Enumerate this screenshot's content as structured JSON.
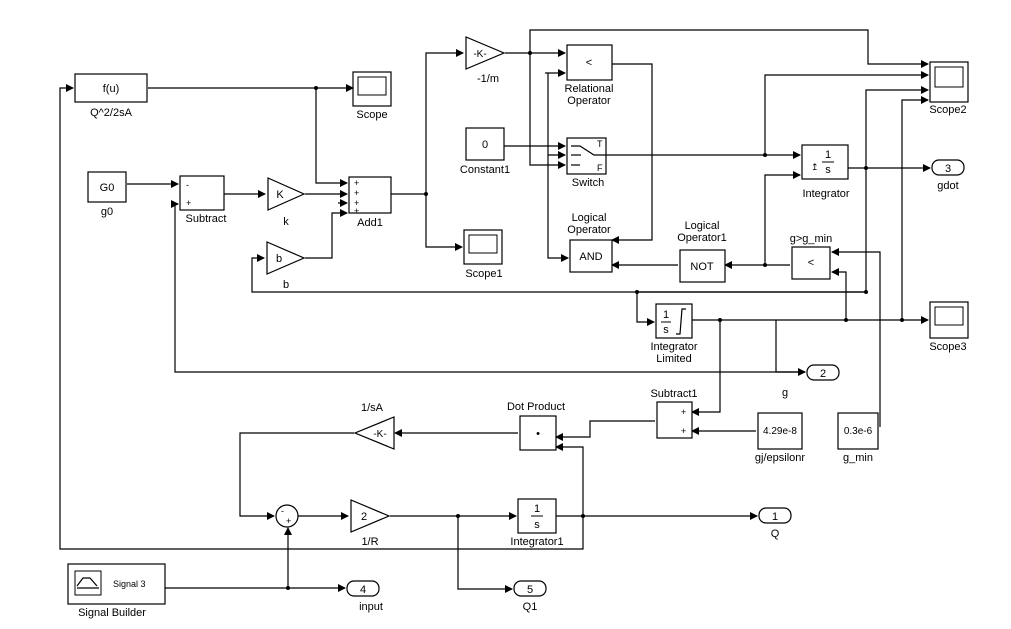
{
  "blocks": {
    "fcn": {
      "inner": "f(u)",
      "label": "Q^2/2sA"
    },
    "scope": {
      "label": "Scope"
    },
    "g0_const": {
      "inner": "G0",
      "label": "g0"
    },
    "subtract": {
      "label": "Subtract",
      "signs": [
        "-",
        "+"
      ]
    },
    "gain_k": {
      "inner": "K",
      "label": "k"
    },
    "gain_b": {
      "inner": "b",
      "label": "b"
    },
    "add1": {
      "label": "Add1",
      "signs": [
        "+",
        "+",
        "+",
        "+"
      ]
    },
    "gain_m": {
      "inner": "-K-",
      "label": "-1/m"
    },
    "scope1": {
      "label": "Scope1"
    },
    "relop": {
      "inner": "<",
      "label_line1": "Relational",
      "label_line2": "Operator"
    },
    "constant1": {
      "inner": "0",
      "label": "Constant1"
    },
    "switch": {
      "label": "Switch",
      "port_t": "T",
      "port_f": "F"
    },
    "logical": {
      "inner": "AND",
      "label_line1": "Logical",
      "label_line2": "Operator"
    },
    "not": {
      "inner": "NOT",
      "label_line1": "Logical",
      "label_line2": "Operator1"
    },
    "relop2": {
      "inner": "<",
      "label": "g>g_min"
    },
    "integrator": {
      "num": "1",
      "den": "s",
      "label": "Integrator"
    },
    "scope2": {
      "label": "Scope2"
    },
    "out_gdot": {
      "port": "3",
      "label": "gdot"
    },
    "int_limited": {
      "num": "1",
      "den": "s",
      "label_line1": "Integrator",
      "label_line2": "Limited"
    },
    "scope3": {
      "label": "Scope3"
    },
    "out_g": {
      "port": "2",
      "label": "g"
    },
    "dot_product": {
      "inner": "•",
      "label": "Dot Product"
    },
    "subtract1": {
      "label": "Subtract1",
      "signs": [
        "+",
        "+"
      ]
    },
    "const_eps": {
      "inner": "4.29e-8",
      "label": "gj/epsilonr"
    },
    "const_gmin": {
      "inner": "0.3e-6",
      "label": "g_min"
    },
    "gain_sa": {
      "inner": "-K-",
      "label": "1/sA"
    },
    "sum_q": {
      "signs": [
        "-",
        "+"
      ]
    },
    "gain_r": {
      "inner": "2",
      "label": "1/R"
    },
    "integrator1": {
      "num": "1",
      "den": "s",
      "label": "Integrator1"
    },
    "out_q": {
      "port": "1",
      "label": "Q"
    },
    "signal_builder": {
      "inner": "Signal 3",
      "label": "Signal Builder"
    },
    "out_input": {
      "port": "4",
      "label": "input"
    },
    "out_q1": {
      "port": "5",
      "label": "Q1"
    }
  }
}
